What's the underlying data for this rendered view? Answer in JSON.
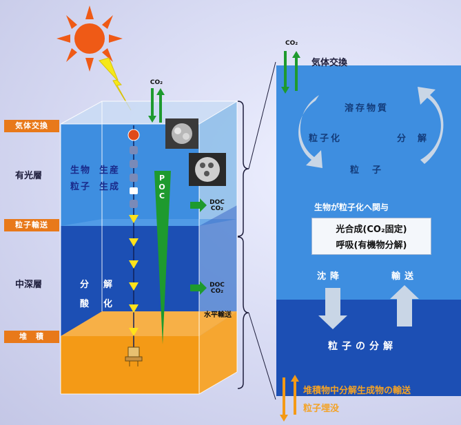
{
  "left": {
    "layer_labels": {
      "gas_exchange": "気体交換",
      "euphotic": "有光層",
      "particle_transport": "粒子輸送",
      "mesopelagic": "中深層",
      "sediment": "堆　積"
    },
    "co2": "CO₂",
    "production": {
      "col1_a": "生物",
      "col1_b": "粒子",
      "col2_a": "生産",
      "col2_b": "生成"
    },
    "decomposition": {
      "a1": "分",
      "a2": "解",
      "b1": "酸",
      "b2": "化"
    },
    "poc": "POC",
    "doc_upper": {
      "doc": "DOC",
      "co2": "CO₂"
    },
    "doc_lower": {
      "doc": "DOC",
      "co2": "CO₂"
    },
    "horizontal_transport": "水平輸送"
  },
  "right": {
    "co2": "CO₂",
    "gas_exchange": "気体交換",
    "dissolved": "溶存物質",
    "particulation": "粒子化",
    "decomposition": "分　解",
    "particle": "粒　子",
    "bio_involvement": "生物が粒子化へ関与",
    "box_line1": "光合成(CO₂固定)",
    "box_line2": "呼吸(有機物分解)",
    "sinking": "沈降",
    "transport": "輸送",
    "particle_decomp": "粒子の分解",
    "sediment_transport": "堆積物中分解生成物の輸送",
    "burial": "粒子埋没"
  },
  "colors": {
    "upper_blue": "#3e8ee0",
    "deep_blue": "#1c4fb4",
    "sediment_orange": "#f49a16",
    "label_orange": "#e8791a",
    "arrow_green": "#1e9a2e",
    "particle_yellow": "#ffe21a"
  },
  "icons": [
    "sun-icon",
    "lightning-icon",
    "sediment-trap-icon"
  ]
}
